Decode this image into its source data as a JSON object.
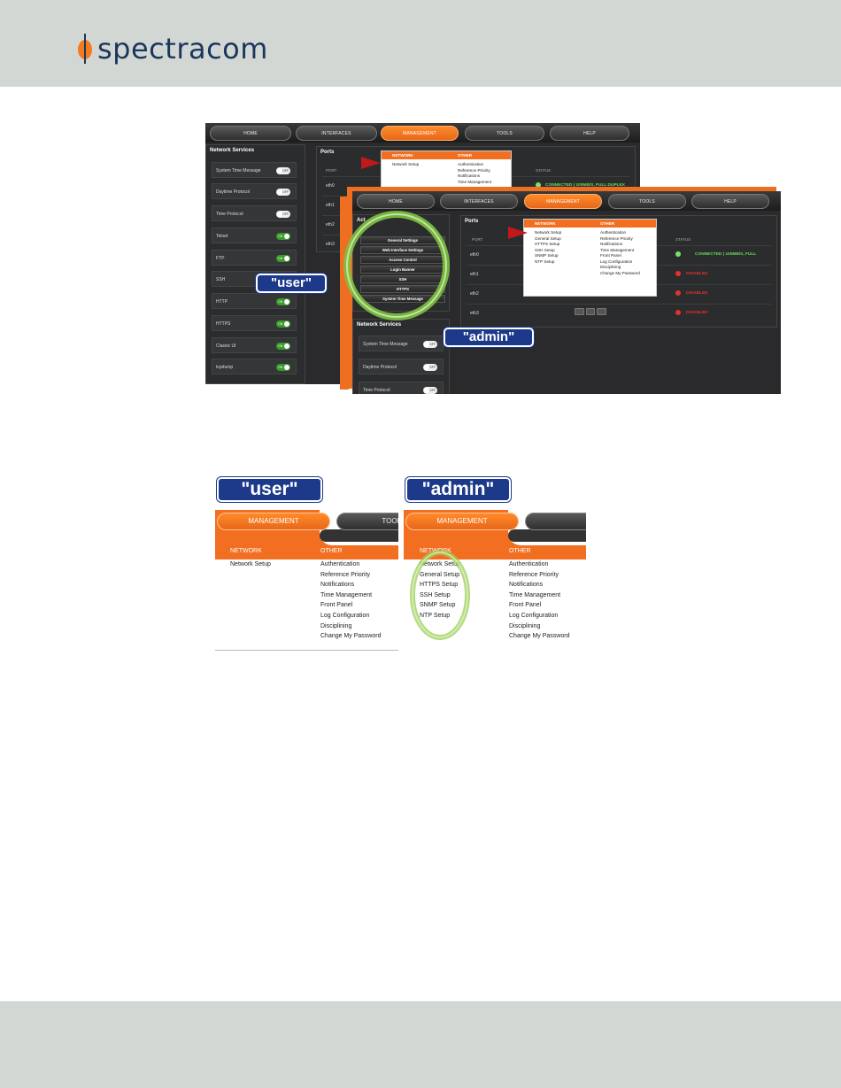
{
  "brand": {
    "name": "spectracom"
  },
  "user_screen": {
    "nav": [
      "HOME",
      "INTERFACES",
      "MANAGEMENT",
      "TOOLS",
      "HELP"
    ],
    "network_services_title": "Network Services",
    "services": [
      {
        "name": "System Time Message",
        "state": "OFF"
      },
      {
        "name": "Daytime Protocol",
        "state": "OFF"
      },
      {
        "name": "Time Protocol",
        "state": "OFF"
      },
      {
        "name": "Telnet",
        "state": "ON"
      },
      {
        "name": "FTP",
        "state": "ON"
      },
      {
        "name": "SSH",
        "state": "ON"
      },
      {
        "name": "HTTP",
        "state": "ON"
      },
      {
        "name": "HTTPS",
        "state": "ON"
      },
      {
        "name": "Classic UI",
        "state": "ON"
      },
      {
        "name": "tcpdump",
        "state": "ON"
      }
    ],
    "ports_title": "Ports",
    "port_header": "PORT",
    "status_header": "STATUS",
    "ports": [
      "eth0",
      "eth1",
      "eth2",
      "eth3"
    ],
    "status_eth0": "CONNECTED | 100MB/S, FULL DUPLEX",
    "menu_network_label": "NETWORK",
    "menu_other_label": "OTHER",
    "menu_network_items": [
      "Network Setup"
    ],
    "menu_other_items": [
      "Authentication",
      "Reference Priority",
      "Notifications",
      "Time Management"
    ]
  },
  "admin_screen": {
    "nav": [
      "HOME",
      "INTERFACES",
      "MANAGEMENT",
      "TOOLS",
      "HELP"
    ],
    "access_title": "Act",
    "access_items": [
      "General Settings",
      "Web Interface Settings",
      "Access Control",
      "Login Banner",
      "SSH",
      "HTTPS",
      "System Time Message"
    ],
    "ports_title": "Ports",
    "port_header": "PORT",
    "status_header": "STATUS",
    "ports": [
      "eth0",
      "eth1",
      "eth2",
      "eth3"
    ],
    "status_eth0": "CONNECTED | 100MB/S, FULL",
    "status_disabled": "DISABLED",
    "network_services_title": "Network Services",
    "services": [
      {
        "name": "System Time Message",
        "state": "OFF"
      },
      {
        "name": "Daytime Protocol",
        "state": "OFF"
      },
      {
        "name": "Time Protocol",
        "state": "OFF"
      }
    ],
    "menu_network_label": "NETWORK",
    "menu_other_label": "OTHER",
    "menu_network_items": [
      "Network Setup",
      "General Setup",
      "HTTPS Setup",
      "SSH Setup",
      "SNMP Setup",
      "NTP Setup"
    ],
    "menu_other_items": [
      "Authentication",
      "Reference Priority",
      "Notifications",
      "Time Management",
      "Front Panel",
      "Log Configuration",
      "Disciplining",
      "Change My Password"
    ]
  },
  "labels": {
    "user": "\"user\"",
    "admin": "\"admin\""
  },
  "zoom_user": {
    "management": "MANAGEMENT",
    "tools": "TOOL",
    "network_label": "NETWORK",
    "other_label": "OTHER",
    "network_items": [
      "Network Setup"
    ],
    "other_items": [
      "Authentication",
      "Reference Priority",
      "Notifications",
      "Time Management",
      "Front Panel",
      "Log Configuration",
      "Disciplining",
      "Change My Password"
    ]
  },
  "zoom_admin": {
    "management": "MANAGEMENT",
    "network_label": "NETWORK",
    "other_label": "OTHER",
    "network_items": [
      "Network Setup",
      "General Setup",
      "HTTPS Setup",
      "SSH Setup",
      "SNMP Setup",
      "NTP Setup"
    ],
    "other_items": [
      "Authentication",
      "Reference Priority",
      "Notifications",
      "Time Management",
      "Front Panel",
      "Log Configuration",
      "Disciplining",
      "Change My Password"
    ]
  },
  "colors": {
    "accent": "#f26f21",
    "brand_navy": "#1b365d",
    "label_blue": "#1d3a8a",
    "on_green": "#3a9a2a",
    "disabled_red": "#e53030"
  }
}
